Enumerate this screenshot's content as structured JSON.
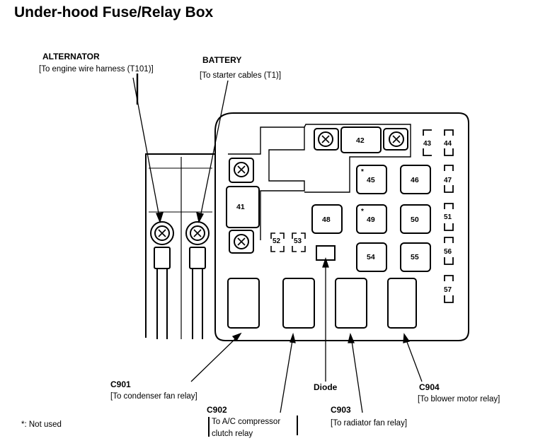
{
  "title": "Under-hood Fuse/Relay Box",
  "labels": {
    "alternator": "ALTERNATOR",
    "alternator_sub": "[To engine wire harness (T101)]",
    "battery": "BATTERY",
    "battery_sub": "[To starter cables (T1)]",
    "c901": "C901",
    "c901_sub": "[To condenser fan relay]",
    "c902": "C902",
    "c902_sub1": "To A/C compressor",
    "c902_sub2": "clutch relay",
    "diode": "Diode",
    "c903": "C903",
    "c903_sub": "[To radiator fan relay]",
    "c904": "C904",
    "c904_sub": "[To blower motor relay]",
    "not_used": "*: Not used"
  },
  "fuses": {
    "f41": "41",
    "f42": "42",
    "f43": "43",
    "f44": "44",
    "f45": "45",
    "f46": "46",
    "f47": "47",
    "f48": "48",
    "f49": "49",
    "f50": "50",
    "f51": "51",
    "f52": "52",
    "f53": "53",
    "f54": "54",
    "f55": "55",
    "f56": "56",
    "f57": "57"
  },
  "marks": {
    "star": "*"
  }
}
